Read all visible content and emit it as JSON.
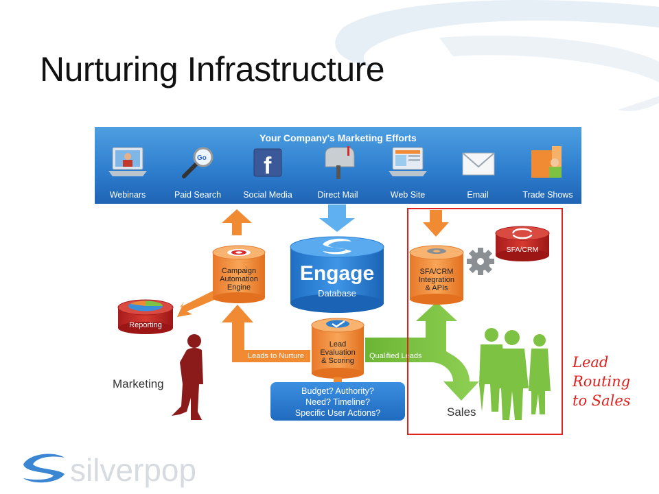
{
  "title": "Nurturing Infrastructure",
  "banner": {
    "title": "Your Company's Marketing Efforts",
    "channels": [
      "Webinars",
      "Paid Search",
      "Social Media",
      "Direct Mail",
      "Web Site",
      "Email",
      "Trade Shows"
    ]
  },
  "nodes": {
    "campaign": [
      "Campaign",
      "Automation",
      "Engine"
    ],
    "engage": {
      "name": "Engage",
      "sub": "Database"
    },
    "sfa_integration": [
      "SFA/CRM",
      "Integration",
      "& APIs"
    ],
    "sfa_crm": "SFA/CRM",
    "reporting": "Reporting",
    "lead_eval": [
      "Lead",
      "Evaluation",
      "& Scoring"
    ]
  },
  "arrows": {
    "nurture": "Leads to Nurture",
    "qualified": "Qualified Leads"
  },
  "questions": [
    "Budget? Authority?",
    "Need? Timeline?",
    "Specific User Actions?"
  ],
  "people": {
    "marketing": "Marketing",
    "sales": "Sales"
  },
  "callout": [
    "Lead",
    "Routing",
    "to Sales"
  ],
  "logo": "silverpop",
  "icons": [
    "laptop-icon",
    "magnifier-icon",
    "facebook-icon",
    "mailbox-icon",
    "browser-icon",
    "envelope-icon",
    "booth-icon",
    "gear-icon",
    "sync-icon",
    "pie-chart-icon",
    "checkmark-icon"
  ],
  "colors": {
    "banner": "#2f7fcf",
    "orange": "#f08a33",
    "green": "#7dc242",
    "red_callout": "#e0201c",
    "person": "#8b1a1a"
  }
}
